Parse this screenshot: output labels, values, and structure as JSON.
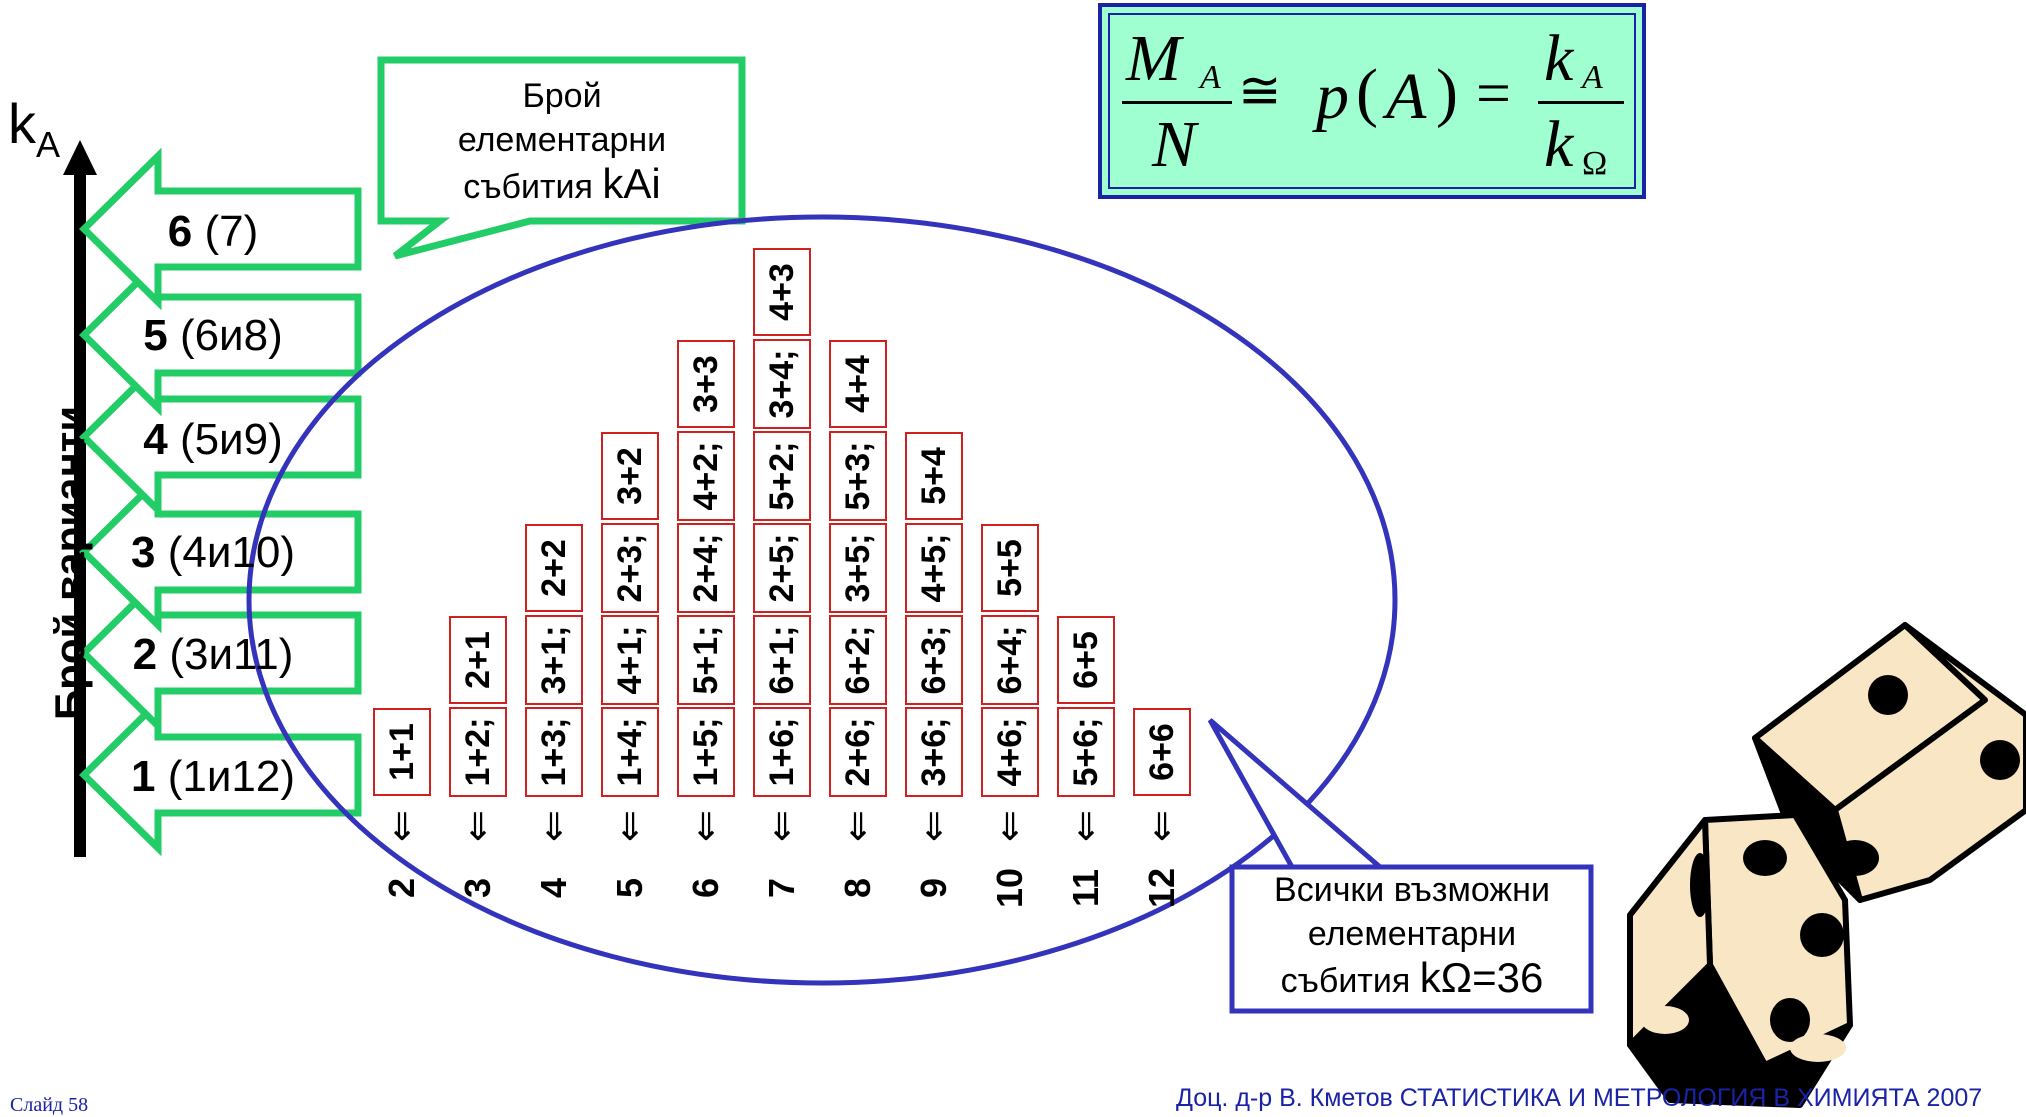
{
  "axis": {
    "label_main": "k",
    "label_sub": "A",
    "title": "Брой варианти"
  },
  "levels": [
    {
      "num": "6",
      "rest": "(7)"
    },
    {
      "num": "5",
      "rest": "(6и8)"
    },
    {
      "num": "4",
      "rest": "(5и9)"
    },
    {
      "num": "3",
      "rest": "(4и10)"
    },
    {
      "num": "2",
      "rest": "(3и11)"
    },
    {
      "num": "1",
      "rest": "(1и12)"
    }
  ],
  "callout_top": {
    "line1": "Брой",
    "line2": "елементарни",
    "line3_text": "събития ",
    "line3_big": "kAi"
  },
  "callout_bottom": {
    "line1": "Всички възможни",
    "line2": "елементарни",
    "line3_text": "събития ",
    "line3_big": "kΩ=36"
  },
  "formula": {
    "M": "M",
    "A1": "A",
    "N": "N",
    "approx": "≅",
    "p": "p",
    "lp": "(",
    "A2": "A",
    "rp": ")",
    "eq": "=",
    "k1": "k",
    "A3": "A",
    "k2": "k",
    "omega": "Ω"
  },
  "columns": [
    {
      "sum": "2",
      "cells": [
        "1+1"
      ]
    },
    {
      "sum": "3",
      "cells": [
        "1+2;",
        "2+1"
      ]
    },
    {
      "sum": "4",
      "cells": [
        "1+3;",
        "3+1;",
        "2+2"
      ]
    },
    {
      "sum": "5",
      "cells": [
        "1+4;",
        "4+1;",
        "2+3;",
        "3+2"
      ]
    },
    {
      "sum": "6",
      "cells": [
        "1+5;",
        "5+1;",
        "2+4;",
        "4+2;",
        "3+3"
      ]
    },
    {
      "sum": "7",
      "cells": [
        "1+6;",
        "6+1;",
        "2+5;",
        "5+2;",
        "3+4;",
        "4+3"
      ]
    },
    {
      "sum": "8",
      "cells": [
        "2+6;",
        "6+2;",
        "3+5;",
        "5+3;",
        "4+4"
      ]
    },
    {
      "sum": "9",
      "cells": [
        "3+6;",
        "6+3;",
        "4+5;",
        "5+4"
      ]
    },
    {
      "sum": "10",
      "cells": [
        "4+6;",
        "6+4;",
        "5+5"
      ]
    },
    {
      "sum": "11",
      "cells": [
        "5+6;",
        "6+5"
      ]
    },
    {
      "sum": "12",
      "cells": [
        "6+6"
      ]
    }
  ],
  "arrow_glyph": "⇓",
  "colors": {
    "green": "#22cc66",
    "blue": "#3333bb",
    "red": "#d02020",
    "formula_bg": "#9fffd0",
    "dice": "#f8e6c4"
  },
  "footer": {
    "slide": "Слайд 58",
    "author": "Доц. д-р В. Кметов СТАТИСТИКА И МЕТРОЛОГИЯ В ХИМИЯТА  2007"
  }
}
